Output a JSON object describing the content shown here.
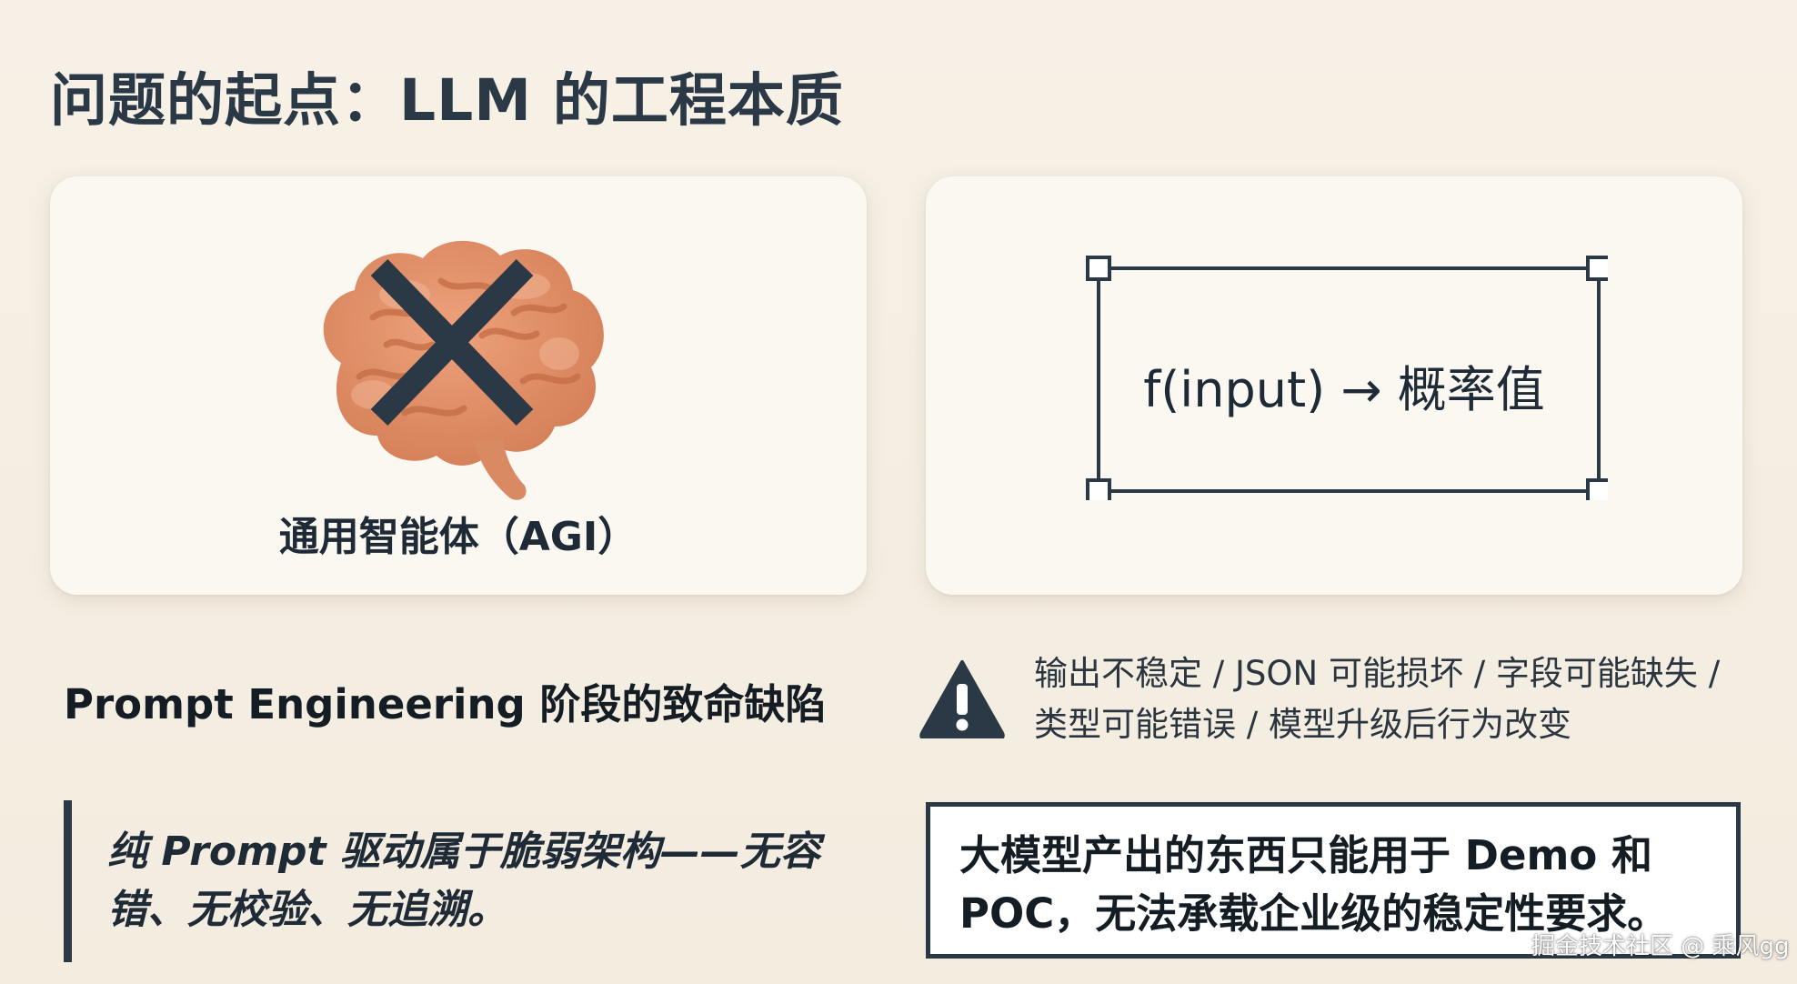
{
  "slide": {
    "title": "问题的起点：LLM 的工程本质"
  },
  "left_card": {
    "label": "通用智能体（AGI）",
    "icon": "brain-crossed-icon"
  },
  "right_card": {
    "formula": "f(input) → 概率值",
    "icon": "bounding-box-icon"
  },
  "problem_section": {
    "heading": "Prompt Engineering 阶段的致命缺陷",
    "warning_icon": "warning-triangle-icon",
    "issues_line1": "输出不稳定 / JSON 可能损坏 / 字段可能缺失 /",
    "issues_line2": "类型可能错误  /  模型升级后行为改变",
    "quote_line1": "纯 Prompt 驱动属于脆弱架构——无容",
    "quote_line2": "错、无校验、无追溯。",
    "conclusion_line1": "大模型产出的东西只能用于 Demo 和",
    "conclusion_line2": "POC，无法承载企业级的稳定性要求。"
  },
  "watermark": "掘金技术社区 @ 乘风gg",
  "colors": {
    "background": "#f6f0e6",
    "card": "#fbf8f2",
    "dark_slate": "#2b3846",
    "brain": "#e0936c"
  }
}
